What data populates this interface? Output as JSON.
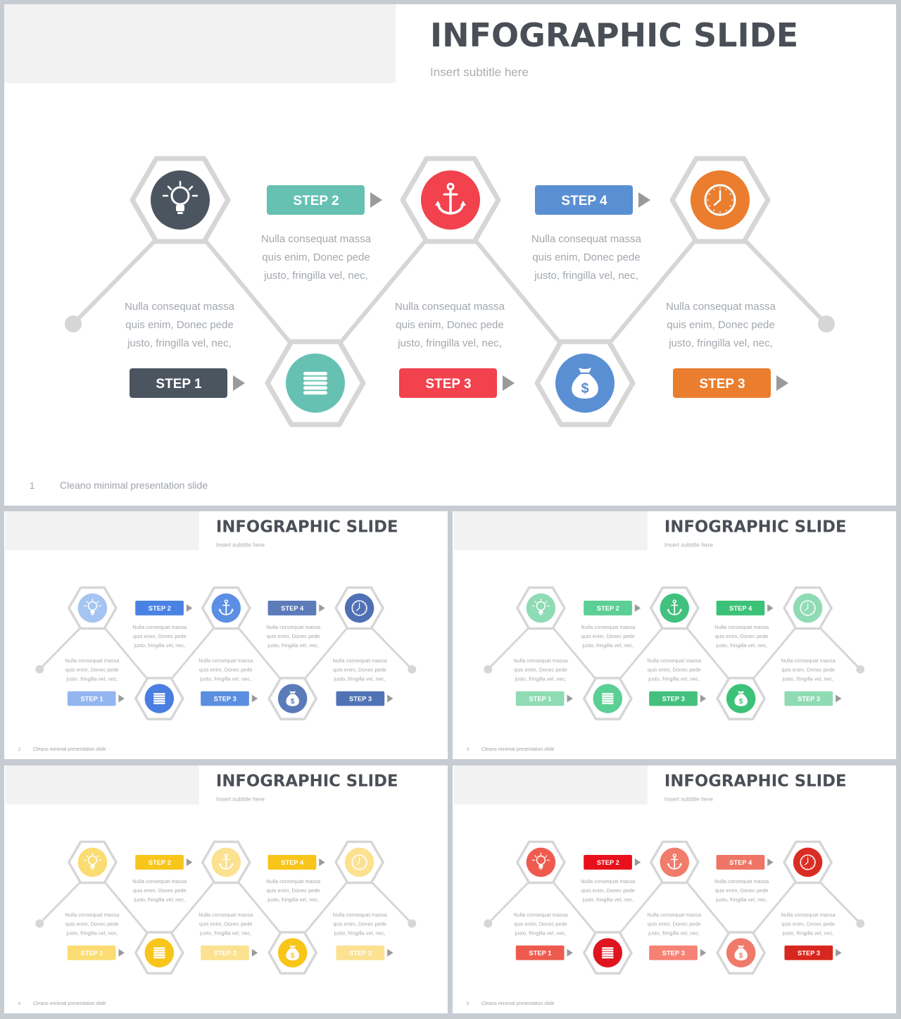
{
  "colors": {
    "hex_outline": "#d6d6d6",
    "arrow": "#9a9a9a",
    "body_text": "#a2a7ad",
    "title": "#4a4f57"
  },
  "slides": [
    {
      "title": "INFOGRAPHIC SLIDE",
      "subtitle": "Insert  subtitle  here",
      "page_number": "1",
      "footer": "Cleano  minimal  presentation  slide",
      "body_lines": [
        "Nulla  consequat  massa",
        "quis  enim,  Donec  pede",
        "justo,  fringilla   vel,  nec,"
      ],
      "steps": [
        "STEP 1",
        "STEP 2",
        "STEP 3",
        "STEP 4",
        "STEP 3"
      ],
      "icons": [
        "lightbulb-icon",
        "coins-icon",
        "anchor-icon",
        "money-bag-icon",
        "clock-icon"
      ],
      "palette": {
        "icons": [
          "#4b5560",
          "#66c1b3",
          "#f1424d",
          "#5b8fd3",
          "#ea7d2e"
        ],
        "steps": [
          "#4b5560",
          "#66c1b3",
          "#f1424d",
          "#5b8fd3",
          "#ea7d2e"
        ]
      }
    },
    {
      "title": "INFOGRAPHIC SLIDE",
      "subtitle": "Insert  subtitle  here",
      "page_number": "2",
      "footer": "Cleano  minimal  presentation  slide",
      "body_lines": [
        "Nulla  consequat  massa",
        "quis  enim,  Donec  pede",
        "justo,  fringilla   vel,  nec,"
      ],
      "steps": [
        "STEP 1",
        "STEP 2",
        "STEP 3",
        "STEP 4",
        "STEP 3"
      ],
      "icons": [
        "lightbulb-icon",
        "coins-icon",
        "anchor-icon",
        "money-bag-icon",
        "clock-icon"
      ],
      "palette": {
        "icons": [
          "#a6c4f2",
          "#4a7ee0",
          "#5c8fe4",
          "#5a7bb8",
          "#4f70b5"
        ],
        "steps": [
          "#93b6f0",
          "#4a82e4",
          "#5b8ee0",
          "#5b7bb9",
          "#5073b6"
        ]
      }
    },
    {
      "title": "INFOGRAPHIC SLIDE",
      "subtitle": "Insert  subtitle  here",
      "page_number": "3",
      "footer": "Cleano  minimal  presentation  slide",
      "body_lines": [
        "Nulla  consequat  massa",
        "quis  enim,  Donec  pede",
        "justo,  fringilla   vel,  nec,"
      ],
      "steps": [
        "STEP 1",
        "STEP 2",
        "STEP 3",
        "STEP 4",
        "STEP 3"
      ],
      "icons": [
        "lightbulb-icon",
        "coins-icon",
        "anchor-icon",
        "money-bag-icon",
        "clock-icon"
      ],
      "palette": {
        "icons": [
          "#8fdbb4",
          "#5ccf94",
          "#42c07e",
          "#3cc278",
          "#8fdbb4"
        ],
        "steps": [
          "#8fdbb4",
          "#5ccf94",
          "#42c07e",
          "#3cc278",
          "#8fdbb4"
        ]
      }
    },
    {
      "title": "INFOGRAPHIC SLIDE",
      "subtitle": "Insert  subtitle  here",
      "page_number": "4",
      "footer": "Cleano  minimal  presentation  slide",
      "body_lines": [
        "Nulla  consequat  massa",
        "quis  enim,  Donec  pede",
        "justo,  fringilla   vel,  nec,"
      ],
      "steps": [
        "STEP 1",
        "STEP 2",
        "STEP 3",
        "STEP 4",
        "STEP 3"
      ],
      "icons": [
        "lightbulb-icon",
        "coins-icon",
        "anchor-icon",
        "money-bag-icon",
        "clock-icon"
      ],
      "palette": {
        "icons": [
          "#fbdc73",
          "#f8c51b",
          "#fbe190",
          "#f8c51b",
          "#fbe190"
        ],
        "steps": [
          "#fbdc73",
          "#f8c51b",
          "#fbe190",
          "#f8c51b",
          "#fbe190"
        ]
      }
    },
    {
      "title": "INFOGRAPHIC SLIDE",
      "subtitle": "Insert  subtitle  here",
      "page_number": "5",
      "footer": "Cleano  minimal  presentation  slide",
      "body_lines": [
        "Nulla  consequat  massa",
        "quis  enim,  Donec  pede",
        "justo,  fringilla   vel,  nec,"
      ],
      "steps": [
        "STEP 1",
        "STEP 2",
        "STEP 3",
        "STEP 4",
        "STEP 3"
      ],
      "icons": [
        "lightbulb-icon",
        "coins-icon",
        "anchor-icon",
        "money-bag-icon",
        "clock-icon"
      ],
      "palette": {
        "icons": [
          "#ee5b4e",
          "#e0141e",
          "#f17c6b",
          "#f07a6a",
          "#d92d24"
        ],
        "steps": [
          "#ee5b4e",
          "#e8101a",
          "#f58273",
          "#ee7565",
          "#d8271e"
        ]
      }
    }
  ]
}
